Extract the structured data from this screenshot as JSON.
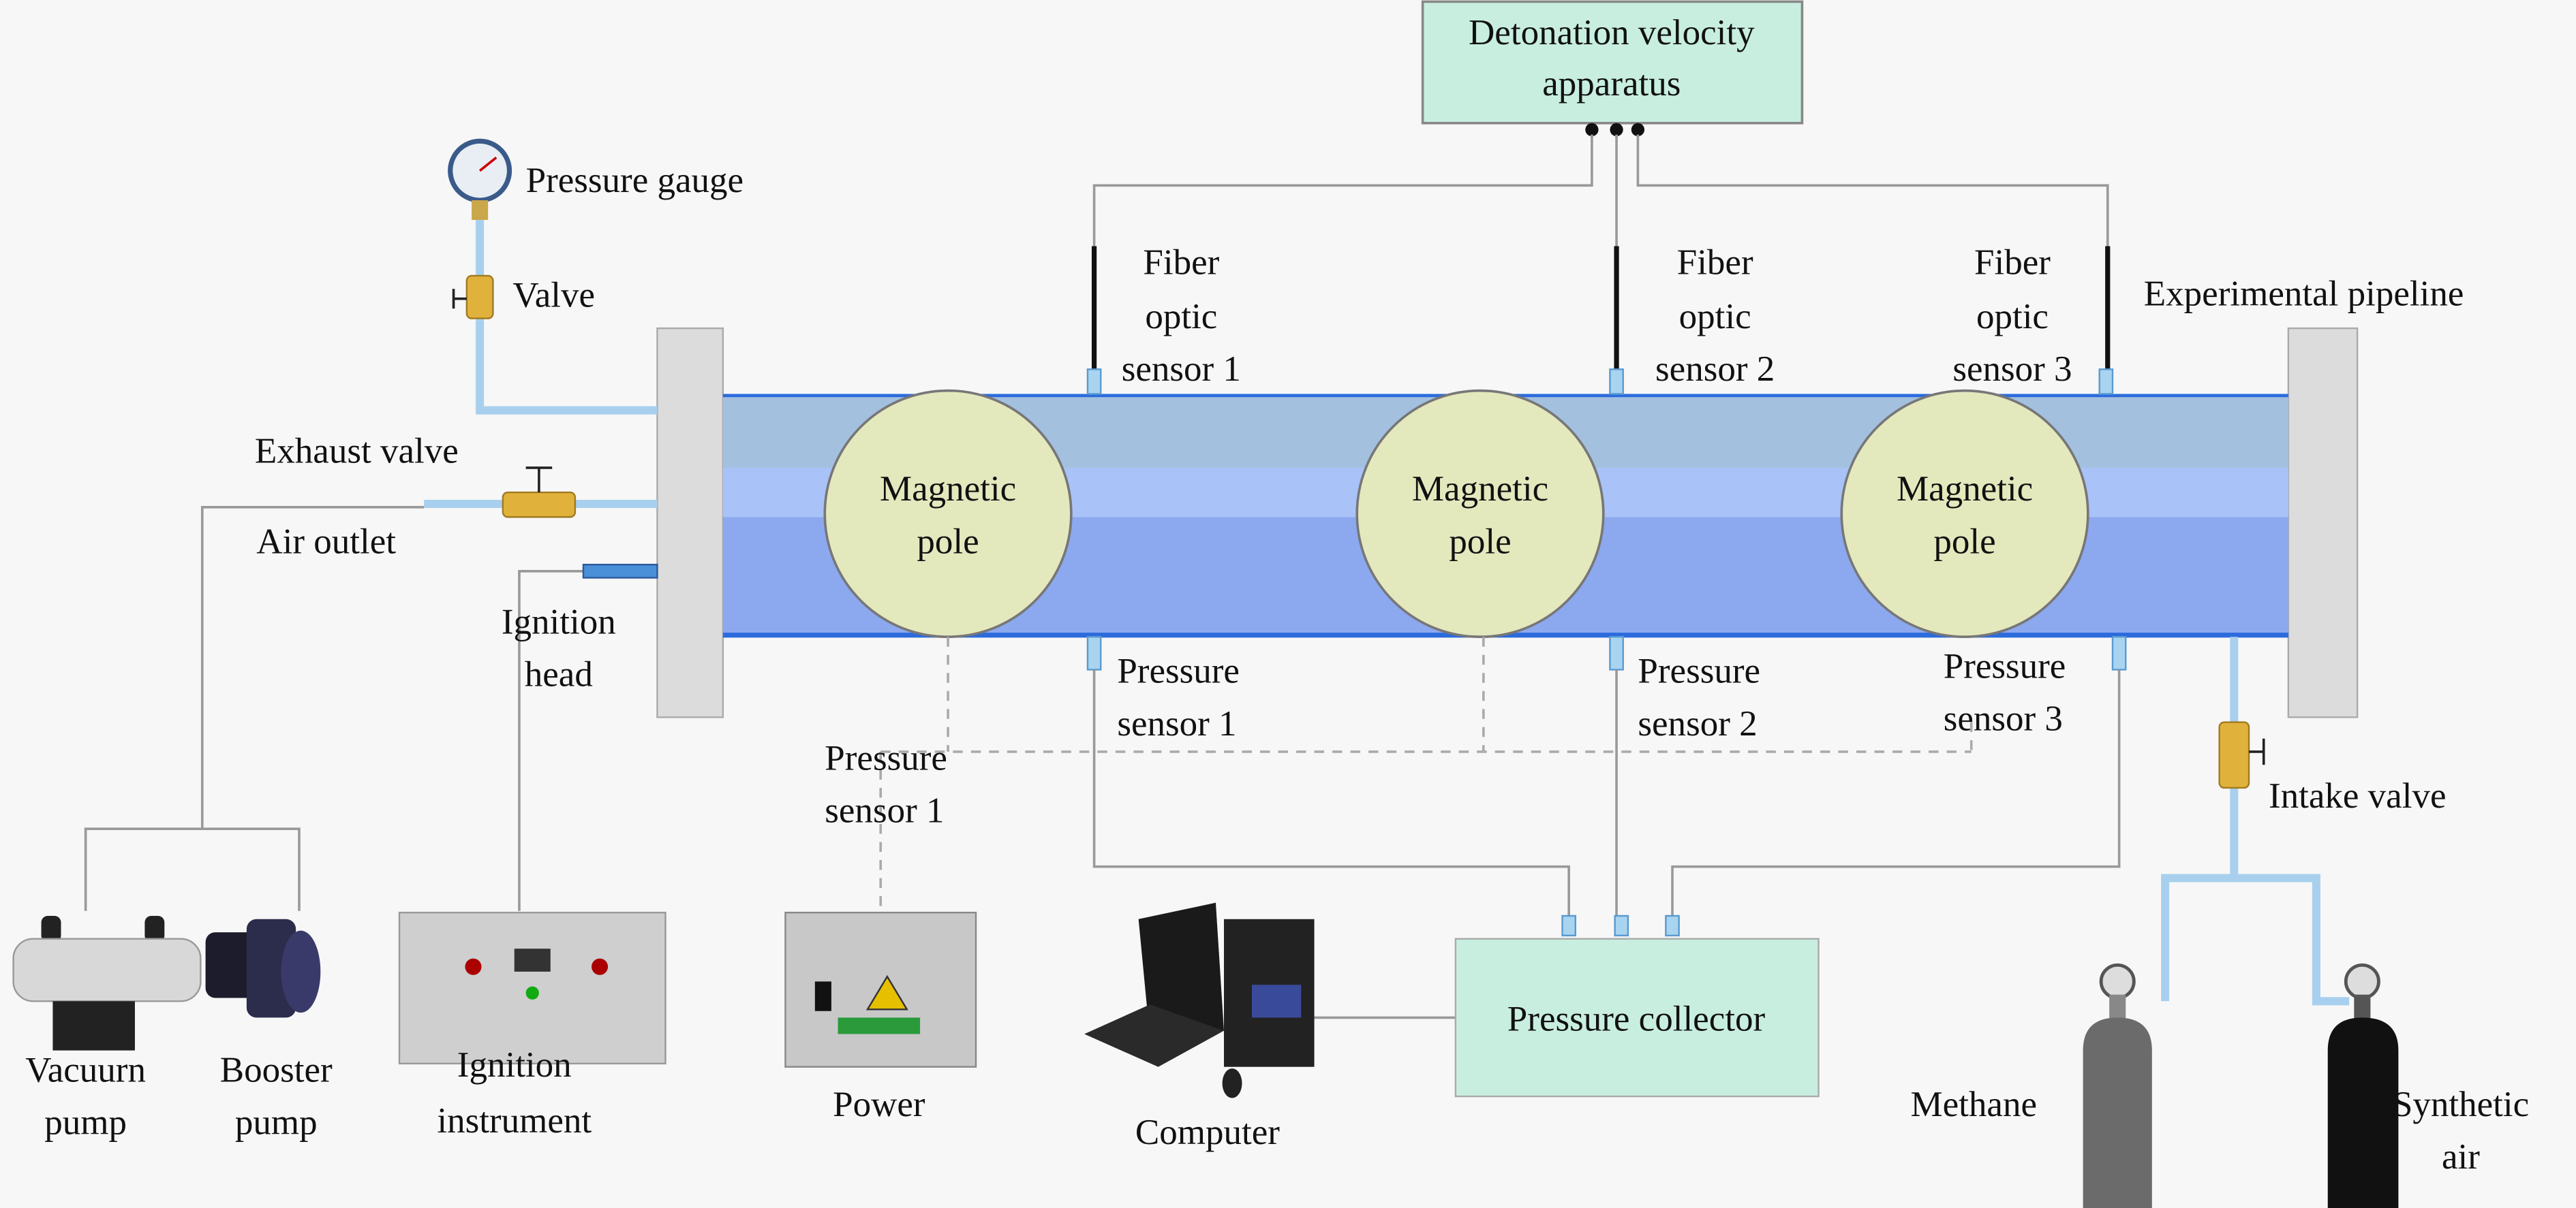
{
  "title_box": {
    "line1": "Detonation velocity",
    "line2": "apparatus"
  },
  "labels": {
    "pressure_gauge": "Pressure gauge",
    "valve": "Valve",
    "exhaust_valve": "Exhaust valve",
    "air_outlet": "Air outlet",
    "ignition_head": [
      "Ignition",
      "head"
    ],
    "experimental_pipeline": "Experimental pipeline",
    "intake_valve": "Intake valve",
    "fiber_sensors": [
      [
        "Fiber",
        "optic",
        "sensor 1"
      ],
      [
        "Fiber",
        "optic",
        "sensor 2"
      ],
      [
        "Fiber",
        "optic",
        "sensor 3"
      ]
    ],
    "magnetic_poles": [
      [
        "Magnetic",
        "pole"
      ],
      [
        "Magnetic",
        "pole"
      ],
      [
        "Magnetic",
        "pole"
      ]
    ],
    "pressure_sensors": [
      [
        "Pressure",
        "sensor 1"
      ],
      [
        "Pressure",
        "sensor 2"
      ],
      [
        "Pressure",
        "sensor 3"
      ]
    ],
    "pressure_sensor_lower": [
      "Pressure",
      "sensor 1"
    ],
    "pressure_collector": "Pressure collector",
    "vacuum_pump": [
      "Vacuurn",
      "pump"
    ],
    "booster_pump": [
      "Booster",
      "pump"
    ],
    "ignition_instrument": [
      "Ignition",
      "instrument"
    ],
    "power": "Power",
    "computer": "Computer",
    "methane": "Methane",
    "synthetic_air": [
      "Synthetic",
      "air"
    ]
  },
  "colors": {
    "box_fill": "#c8eee0",
    "pipe_top": "#a3c0df",
    "pipe_mid": "#a9c2f7",
    "pipe_bottom": "#8ca8ef",
    "pole_fill": "#e4e8bd",
    "gas_line": "#a8d0ee",
    "methane_cylinder": "#6b6b6b",
    "air_cylinder": "#111111"
  }
}
